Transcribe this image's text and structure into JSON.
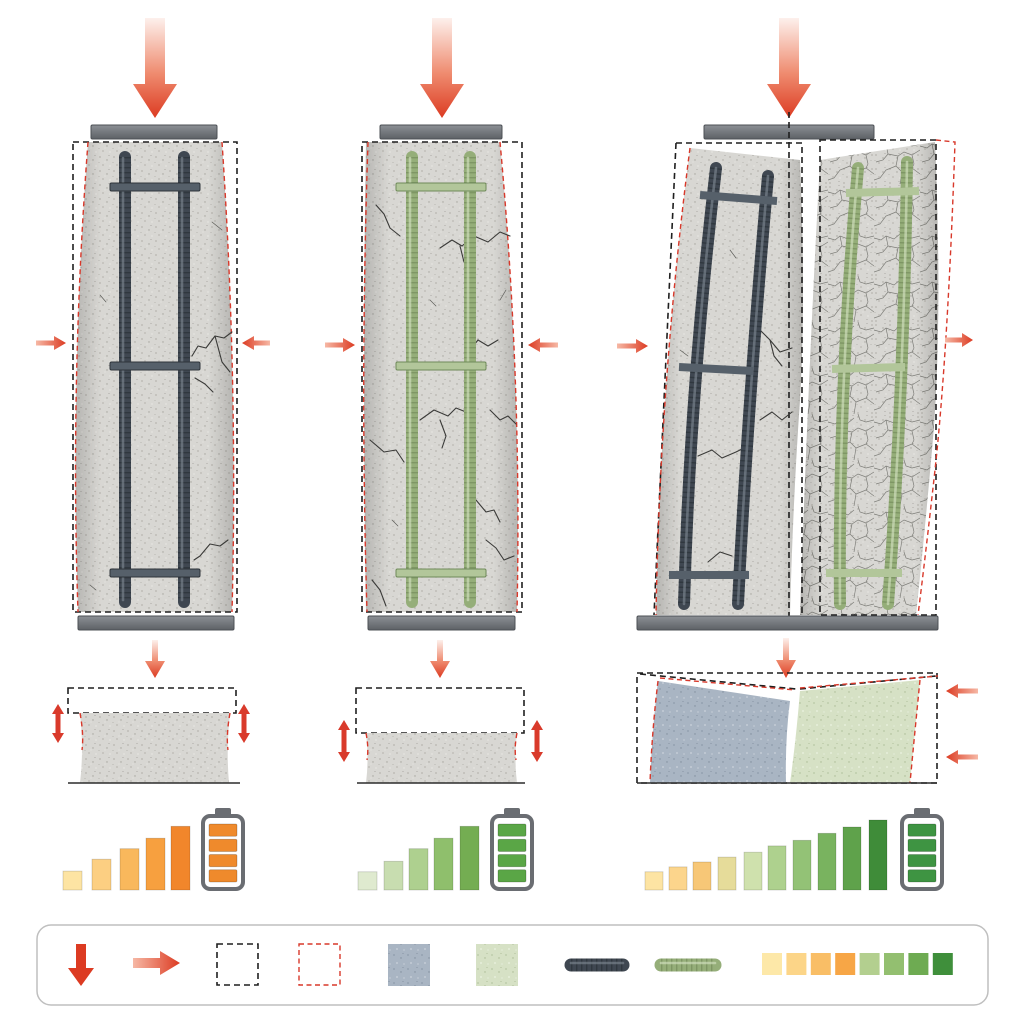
{
  "colors": {
    "arrow_dark": "#dc3b22",
    "arrow_mid": "#ef8c70",
    "arrow_light": "#fdf0ec",
    "concrete": "#d8d7d3",
    "concrete_blue": "#a9b5c3",
    "concrete_green": "#d6e1c5",
    "dark_rebar": "#3f4751",
    "dark_rebar_rib": "#252b32",
    "dark_rebar_highlight": "#7b858f",
    "green_rebar": "#95ae79",
    "green_rebar_rib": "#6b8454",
    "green_rebar_highlight": "#d3e1c0",
    "outline_original": "#1f1f1f",
    "outline_deformed": "#d8382a",
    "battery_frame": "#6a6d72",
    "legend_border": "#bfbfbf"
  },
  "panels": [
    {
      "bar_values": [
        2.7,
        4.4,
        5.9,
        7.4,
        9.1
      ],
      "bar_colors": [
        "#fde4a3",
        "#fccf82",
        "#f9b85c",
        "#f7a03f",
        "#f1862b"
      ],
      "battery": {
        "filled": 4,
        "total": 4,
        "color": "#ef8a2c",
        "icon": "battery-full-icon"
      }
    },
    {
      "bar_values": [
        2.6,
        4.1,
        5.9,
        7.4,
        9.1
      ],
      "bar_colors": [
        "#dfeacf",
        "#c8ddb0",
        "#aed08f",
        "#8fbf6c",
        "#74ad52"
      ],
      "battery": {
        "filled": 4,
        "total": 4,
        "color": "#5aa646",
        "icon": "battery-full-icon"
      }
    },
    {
      "bar_values": [
        2.6,
        3.3,
        4.0,
        4.7,
        5.4,
        6.3,
        7.1,
        8.1,
        9.0,
        10.0
      ],
      "bar_colors": [
        "#fde4a3",
        "#fcd58c",
        "#f7c777",
        "#e6dc9a",
        "#cfe1ad",
        "#aed18e",
        "#93c276",
        "#79b35f",
        "#5fa24b",
        "#3f8c39"
      ],
      "battery": {
        "filled": 4,
        "total": 4,
        "color": "#3e9442",
        "icon": "battery-full-icon"
      }
    }
  ],
  "legend": {
    "icons": [
      "axial-load-arrow-icon",
      "lateral-load-arrow-icon",
      "original-outline-icon",
      "deformed-outline-icon",
      "blue-concrete-swatch-icon",
      "green-concrete-swatch-icon",
      "dark-rebar-icon",
      "green-rebar-icon",
      "color-scale-icon"
    ],
    "scale_colors": [
      "#fde8a8",
      "#fcd588",
      "#f9be66",
      "#f7a646",
      "#b3cf8f",
      "#93bf70",
      "#6eab52",
      "#3f8f3b"
    ]
  }
}
